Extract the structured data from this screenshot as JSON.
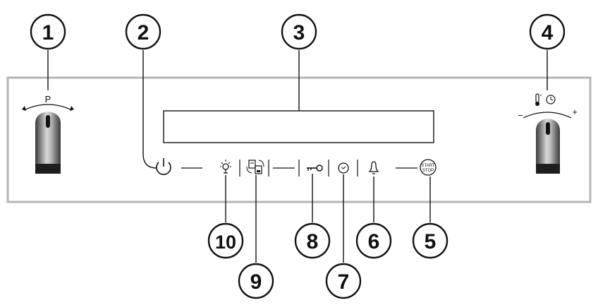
{
  "callouts": {
    "c1": "1",
    "c2": "2",
    "c3": "3",
    "c4": "4",
    "c5": "5",
    "c6": "6",
    "c7": "7",
    "c8": "8",
    "c9": "9",
    "c10": "10"
  },
  "program_knob": {
    "label": "P"
  },
  "temp_knob": {
    "minus": "−",
    "plus": "+"
  },
  "start_stop": {
    "line1": "START",
    "line2": "STOP"
  },
  "icons": {
    "power": "power-icon",
    "light": "light-icon",
    "settings": "settings-icon",
    "lock": "key-lock-icon",
    "clock": "clock-icon",
    "bell": "bell-icon",
    "thermometer": "thermometer-icon"
  },
  "colors": {
    "panel_border": "#b5b5b5",
    "line": "#111111",
    "knob_dark": "#1e1e1e"
  }
}
